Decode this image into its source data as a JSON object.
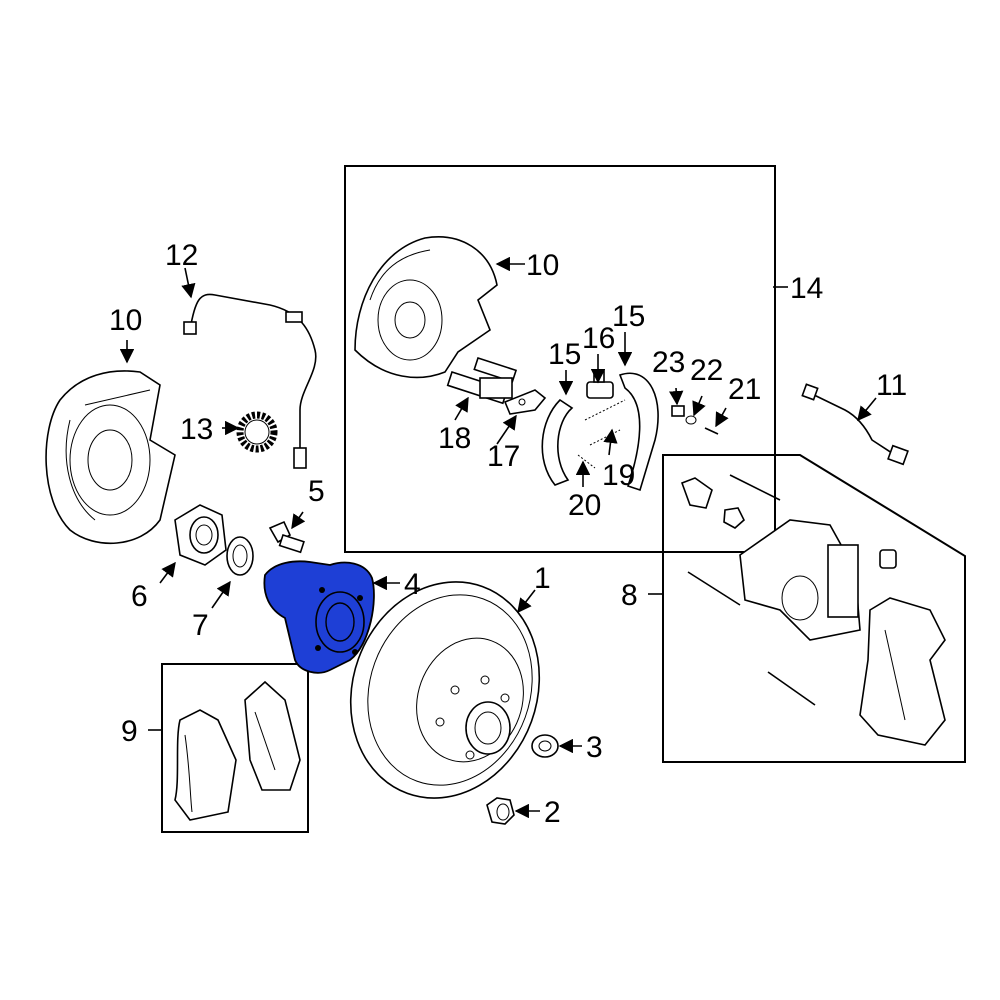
{
  "colors": {
    "highlight": "#1e3fd6",
    "line": "#000000",
    "background": "#ffffff"
  },
  "callouts": [
    {
      "id": "c1",
      "text": "1"
    },
    {
      "id": "c2",
      "text": "2"
    },
    {
      "id": "c3",
      "text": "3"
    },
    {
      "id": "c4",
      "text": "4"
    },
    {
      "id": "c5",
      "text": "5"
    },
    {
      "id": "c6",
      "text": "6"
    },
    {
      "id": "c7",
      "text": "7"
    },
    {
      "id": "c8",
      "text": "8"
    },
    {
      "id": "c9",
      "text": "9"
    },
    {
      "id": "c10a",
      "text": "10"
    },
    {
      "id": "c10b",
      "text": "10"
    },
    {
      "id": "c11",
      "text": "11"
    },
    {
      "id": "c12",
      "text": "12"
    },
    {
      "id": "c13",
      "text": "13"
    },
    {
      "id": "c14",
      "text": "14"
    },
    {
      "id": "c15a",
      "text": "15"
    },
    {
      "id": "c15b",
      "text": "15"
    },
    {
      "id": "c16",
      "text": "16"
    },
    {
      "id": "c17",
      "text": "17"
    },
    {
      "id": "c18",
      "text": "18"
    },
    {
      "id": "c19",
      "text": "19"
    },
    {
      "id": "c20",
      "text": "20"
    },
    {
      "id": "c21",
      "text": "21"
    },
    {
      "id": "c22",
      "text": "22"
    },
    {
      "id": "c23",
      "text": "23"
    }
  ]
}
